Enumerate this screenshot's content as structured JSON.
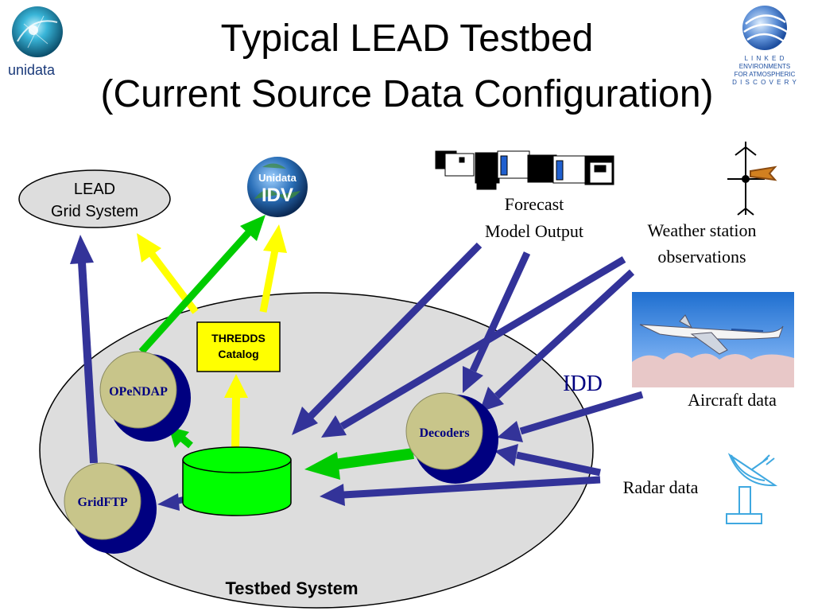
{
  "title": {
    "line1": "Typical LEAD Testbed",
    "line2": "(Current Source Data Configuration)"
  },
  "logos": {
    "left_text": "unidata",
    "right_lines": [
      "L I N K E D",
      "ENVIRONMENTS",
      "FOR ATMOSPHERIC",
      "D I S C O V E R Y"
    ],
    "idv_line1": "Unidata",
    "idv_line2": "IDV"
  },
  "nodes": {
    "lead_grid": [
      "LEAD",
      "Grid System"
    ],
    "thredds": [
      "THREDDS",
      "Catalog"
    ],
    "opendap": "OPeNDAP",
    "gridftp": "GridFTP",
    "decoders": "Decoders",
    "testbed": "Testbed System"
  },
  "sources": {
    "forecast": [
      "Forecast",
      "Model Output"
    ],
    "weather": [
      "Weather station",
      "observations"
    ],
    "aircraft": "Aircraft data",
    "radar": "Radar data"
  },
  "idd_label": "IDD",
  "colors": {
    "blue_arrow": "#333399",
    "yellow_arrow": "#ffff00",
    "green_arrow": "#00cc00",
    "database": "#00ff00",
    "node_fill": "#c8c58a",
    "thredds_fill": "#ffff00",
    "ellipse_fill": "#dddddd"
  },
  "icons": [
    "unidata-logo-icon",
    "lead-logo-icon",
    "idv-globe-icon",
    "supercomputer-icon",
    "weathervane-icon",
    "airplane-icon",
    "radar-dish-icon",
    "database-icon"
  ]
}
